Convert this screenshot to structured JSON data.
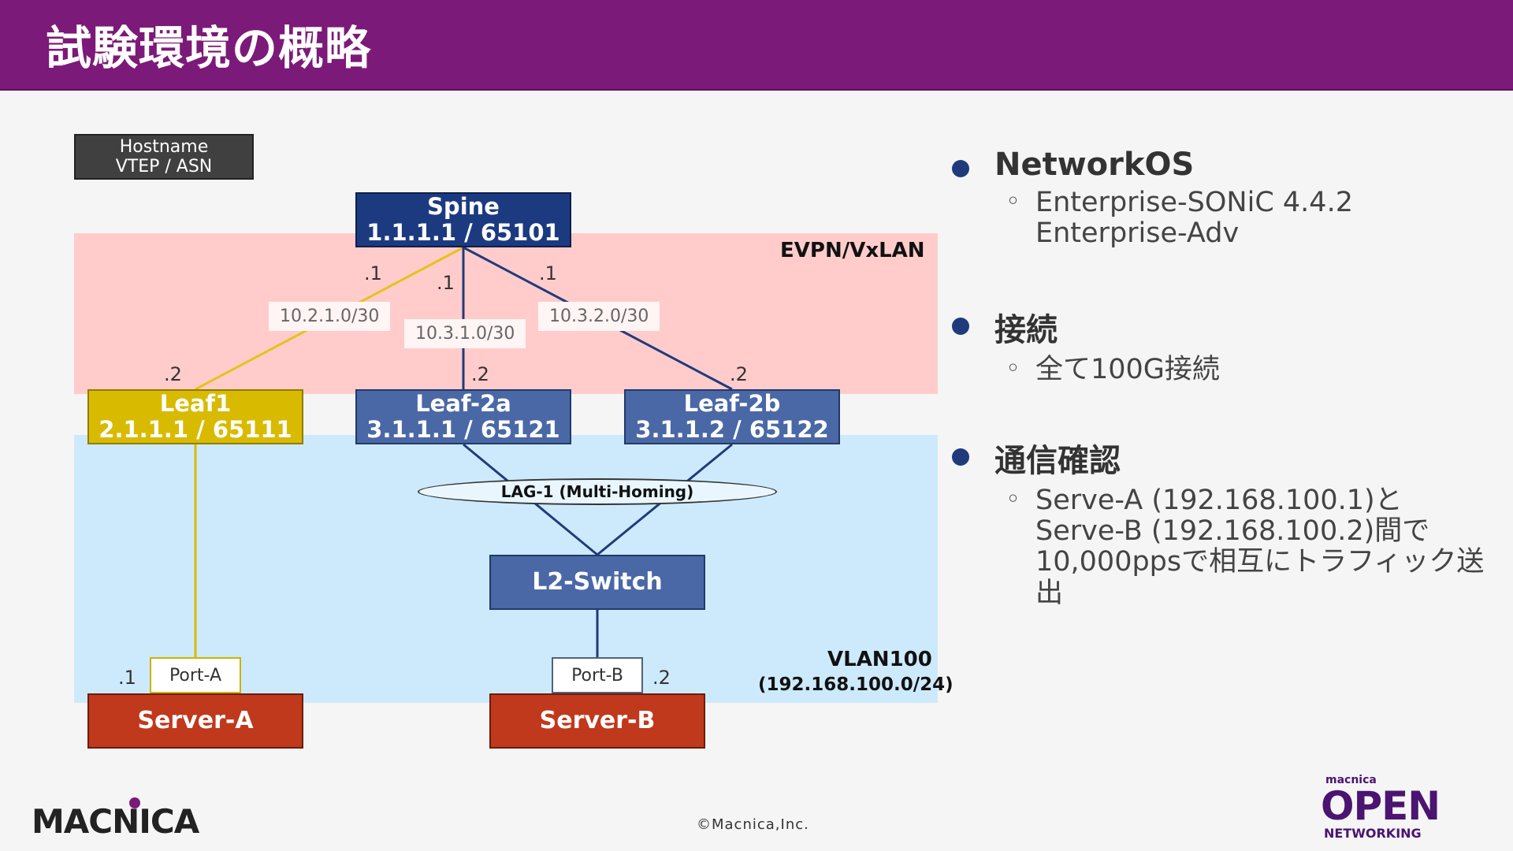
{
  "title": "試験環境の概略",
  "legend": {
    "line1": "Hostname",
    "line2": "VTEP / ASN"
  },
  "zones": {
    "evpn": "EVPN/VxLAN",
    "vlan": "VLAN100",
    "vlan_subnet": "(192.168.100.0/24)"
  },
  "nodes": {
    "spine": {
      "name": "Spine",
      "id": "1.1.1.1 / 65101"
    },
    "leaf1": {
      "name": "Leaf1",
      "id": "2.1.1.1 / 65111"
    },
    "leaf2a": {
      "name": "Leaf-2a",
      "id": "3.1.1.1 / 65121"
    },
    "leaf2b": {
      "name": "Leaf-2b",
      "id": "3.1.1.2 / 65122"
    },
    "l2switch": {
      "name": "L2-Switch"
    },
    "server_a": {
      "name": "Server-A"
    },
    "server_b": {
      "name": "Server-B"
    }
  },
  "ports": {
    "a": "Port-A",
    "b": "Port-B"
  },
  "subnets": {
    "s1": "10.2.1.0/30",
    "s2": "10.3.1.0/30",
    "s3": "10.3.2.0/30"
  },
  "ips": {
    "spine_l1": ".1",
    "spine_l2a": ".1",
    "spine_l2b": ".1",
    "leaf1": ".2",
    "leaf2a": ".2",
    "leaf2b": ".2",
    "server_a": ".1",
    "server_b": ".2"
  },
  "lag": "LAG-1 (Multi-Homing)",
  "sections": [
    {
      "heading": "NetworkOS",
      "lines": [
        "Enterprise-SONiC 4.4.2",
        "Enterprise-Adv"
      ]
    },
    {
      "heading": "接続",
      "lines": [
        "全て100G接続"
      ]
    },
    {
      "heading": "通信確認",
      "lines": [
        "Serve-A (192.168.100.1)と",
        "Serve-B (192.168.100.2)間で",
        "10,000ppsで相互にトラフィック送出"
      ]
    }
  ],
  "footer": {
    "company_logo": "MACNICA",
    "copyright": "©Macnica,Inc.",
    "open_small": "macnica",
    "open_big": "OPEN",
    "open_net": "NETWORKING"
  },
  "colors": {
    "header": "#7b1a78",
    "spine": "#1c3a80",
    "leaf1": "#d8bb00",
    "leaf2": "#4a68a6",
    "server": "#c0391c",
    "evpn_zone": "#ffcccb",
    "vlan_zone": "#cdeafc"
  }
}
